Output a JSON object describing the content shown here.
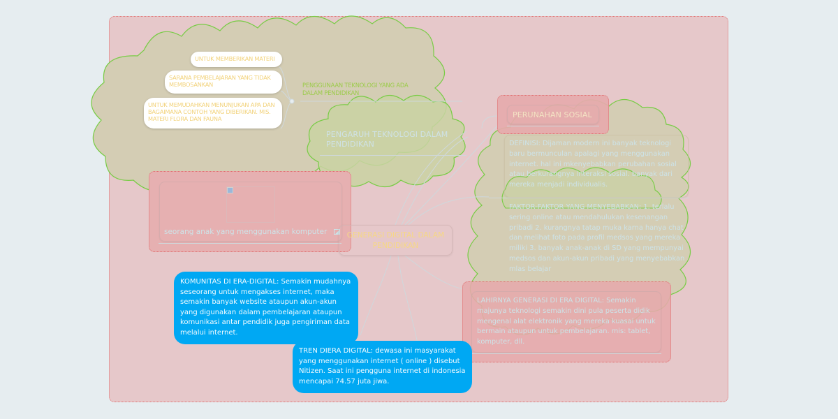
{
  "central_topic": "GENERASI DIGITAL DALAM PENDIDIKAN",
  "branches": {
    "pengaruh": {
      "title": "PENGARUH TEKNOLOGI DALAM PENDIDIKAN",
      "subtopic": "PENGGUNAAN TEKNOLOGI YANG ADA DALAM PENDIDIKAN",
      "items": [
        "UNTUK MEMBERIKAN MATERI",
        "SARANA PEMBELAJARAN YANG TIDAK MEMBOSANKAN",
        "UNTUK MEMUDAHKAN MENUNJUKAN APA DAN BAGAIMANA CONTOH YANG DIBERIKAN. MIS. MATERI FLORA DAN FAUNA"
      ]
    },
    "image_node": {
      "caption": "seorang anak yang menggunakan komputer",
      "image_icon": "broken-image-icon",
      "caption_icon": "image-icon"
    },
    "perubahan": {
      "title": "PERUNAHAN SOSIAL",
      "definisi": "DEFINISI: Dijaman modern ini banyak teknologi baru bermunculan apalagi yang menggunakan internet. hal ini mkenyebabkan perubahan sosial atau berkurangnya interaksi sosial. banyak dari mereka menjadi individualis.",
      "faktor": "FAKTOR-FAKTOR YANG MENYEBABKAN: 1. terlalu sering online atau mendahulukan kesenangan pribadi 2. kurangnya tatap muka karna hanya chat dan melihat foto pada profil medsos yang mereka miliki 3. banyak anak-anak di SD yang mempunyai medsos dan akun-akun pribadi yang menyebabkan mlas belajar"
    },
    "lahirnya": {
      "text": "LAHIRNYA GENERASI DI ERA DIGITAL: Semakin majunya teknologi semakin dini pula peserta didik mengenal alat elektronik yang mereka kuasai untuk bermain ataupun untuk pembelajaran. mis: tablet, komputer, dll."
    },
    "komunitas": {
      "text": "KOMUNITAS DI ERA-DIGITAL: Semakin mudahnya seseorang untuk mengakses internet, maka semakin banyak website ataupun akun-akun yang digunakan dalam pembelajaran ataupun komunikasi antar pendidik juga pengiriman data melalui internet."
    },
    "tren": {
      "text": "TREN DIERA DIGITAL: dewasa ini masyarakat yang menggunakan internet ( online ) disebut Nitizen. Saat ini pengguna internet di indonesia mencapai 74.57 juta jiwa."
    }
  },
  "colors": {
    "background": "#e6edf0",
    "frame_fill": "#e6c8ca",
    "frame_border": "#e07070",
    "cloud_fill": "#d4cdb4",
    "cloud_stroke": "#77cc44",
    "red_box": "#e6b0b1",
    "blue_box": "#00a8f3",
    "accent_yellow": "#f6d884"
  }
}
